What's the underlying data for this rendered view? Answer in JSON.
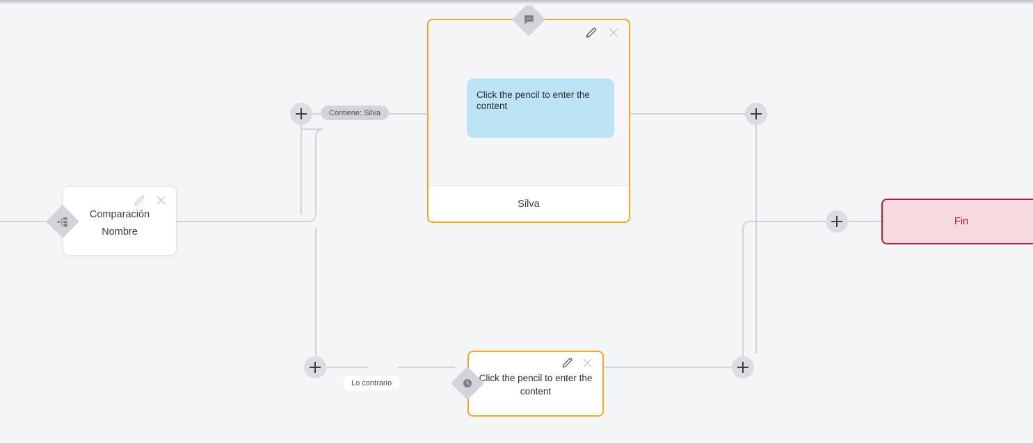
{
  "app": {
    "canvas_name": "flow-editor-canvas"
  },
  "nodes": {
    "comparison": {
      "title": "Comparación",
      "subtitle": "Nombre",
      "badge_icon": "branch-icon",
      "edit_label": "edit",
      "close_label": "close"
    },
    "message": {
      "bubble_text": "Click the pencil to enter the content",
      "footer_label": "Silva",
      "badge_icon": "chat-bubble-icon",
      "edit_label": "edit",
      "close_label": "close"
    },
    "wait": {
      "text": "Click the pencil to enter the content",
      "badge_icon": "clock-icon",
      "edit_label": "edit",
      "close_label": "close"
    },
    "end": {
      "label": "Fin"
    }
  },
  "edges": {
    "labels": [
      {
        "text": "Contiene: Silva",
        "style": "gray"
      },
      {
        "text": "Lo contrario",
        "style": "white"
      }
    ]
  },
  "add_buttons": [
    {
      "name": "add-node-top-left"
    },
    {
      "name": "add-node-bottom-left"
    },
    {
      "name": "add-node-top-right"
    },
    {
      "name": "add-node-bottom-right"
    },
    {
      "name": "add-node-before-end"
    }
  ],
  "colors": {
    "canvas_bg": "#f4f5f7",
    "node_accent": "#f5a623",
    "end_accent": "#c2183e",
    "end_fill": "#f6dadf",
    "bubble_fill": "#bce4f5",
    "wire": "#d2d3d8",
    "plus_fill": "#dcdde1",
    "diamond_fill": "#d3d4d9"
  }
}
